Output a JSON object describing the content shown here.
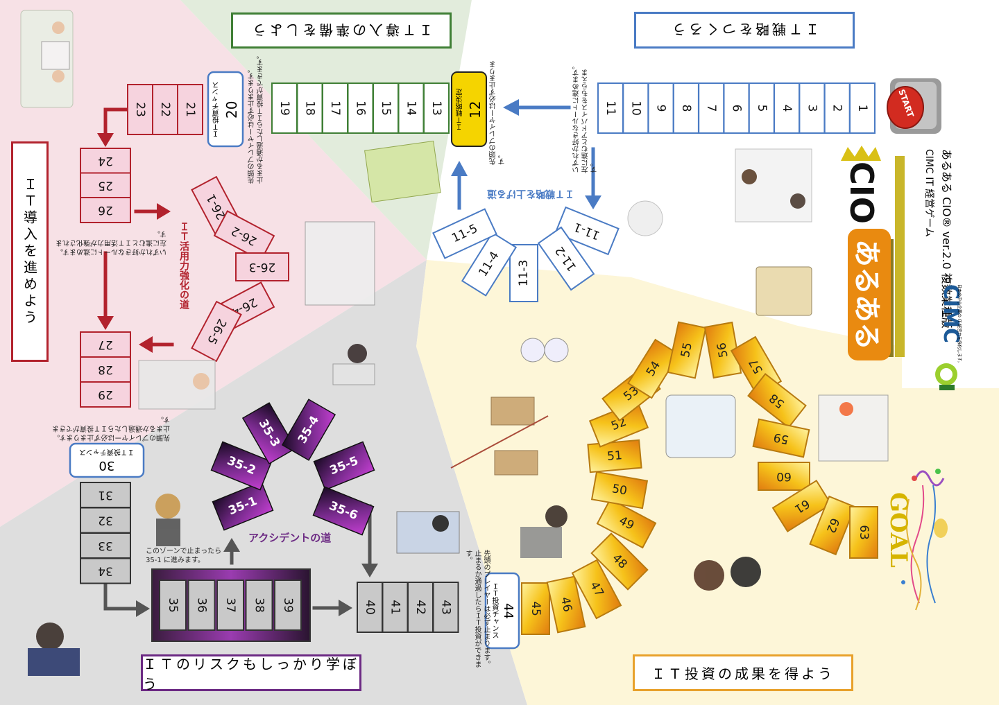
{
  "game": {
    "series_label": "CIMC IT 経営ゲーム",
    "title_line": "あるある CIO® ver.2.0 複数業種版",
    "logo_aru": "あるある",
    "logo_cio": "CIO",
    "brand": "CIMC",
    "brand_sub": "日本の中小企業の IT 経営力を強化します。",
    "start_label": "START",
    "goal_label": "GOAL"
  },
  "colors": {
    "blue": "#4a7bc4",
    "green": "#3f7f35",
    "red": "#b2222d",
    "pink_fill": "#f6d3de",
    "purple": "#6c2a83",
    "gray": "#555555",
    "orange": "#e8a12b",
    "yellow": "#f5d400"
  },
  "zones": {
    "blue_title": "ＩＴ戦略をつくろう",
    "green_title": "ＩＴ導入の準備をしよう",
    "red_title": "ＩＴ導入を進めよう",
    "gray_title": "ＩＴのリスクもしっかり学ぼう",
    "gold_title": "ＩＴ投資の成果を得よう"
  },
  "paths": {
    "strategy_up": "ＩＴ戦略を上げる道",
    "it_use": "ＩＴ活用力強化の道",
    "accident": "アクシデントの道"
  },
  "squares": {
    "blue_row": [
      "11",
      "10",
      "9",
      "8",
      "7",
      "6",
      "5",
      "4",
      "3",
      "2",
      "1"
    ],
    "branch_11": [
      "11-1",
      "11-2",
      "11-3",
      "11-4",
      "11-5"
    ],
    "sq12_num": "12",
    "sq12_label": "ＩＴ戦略決定",
    "green_row": [
      "19",
      "18",
      "17",
      "16",
      "15",
      "14",
      "13"
    ],
    "sq20_num": "20",
    "sq20_label": "ＩＴ投資チャンス",
    "red_top": [
      "23",
      "22",
      "21"
    ],
    "red_col1": [
      "24",
      "25",
      "26"
    ],
    "branch_26": [
      "26-1",
      "26-2",
      "26-3",
      "26-4",
      "26-5"
    ],
    "red_col2": [
      "27",
      "28",
      "29"
    ],
    "sq30_num": "30",
    "sq30_label": "ＩＴ投資チャンス",
    "gray_col": [
      "31",
      "32",
      "33",
      "34"
    ],
    "purple_row": [
      "35",
      "36",
      "37",
      "38",
      "39"
    ],
    "branch_35": [
      "35-1",
      "35-2",
      "35-3",
      "35-4",
      "35-5",
      "35-6"
    ],
    "gray_row": [
      "40",
      "41",
      "42",
      "43"
    ],
    "sq44_num": "44",
    "sq44_label": "ＩＴ投資チャンス",
    "gold": [
      "45",
      "46",
      "47",
      "48",
      "49",
      "50",
      "51",
      "52",
      "53",
      "54",
      "55",
      "56",
      "57",
      "58",
      "59",
      "60",
      "61",
      "62",
      "63"
    ]
  },
  "notes": {
    "blue_branch": [
      "いずれか好きなルートに進めます。",
      "左に進むとアドバイスをもらえます。"
    ],
    "sq12": [
      "先頭のプレイヤーは必ず止まります。"
    ],
    "sq20": [
      "先頭のプレイヤーは必ず止まります。",
      "止まるか通過したらＩＴ投資ができます。"
    ],
    "red_branch": [
      "いずれか好きなルートに進めます。",
      "左に進むとＩＴ活用力が強化されます。"
    ],
    "sq30": [
      "先頭のプレイヤーは必ず止まります。",
      "止まるか通過したらＩＴ投資ができます。"
    ],
    "accident_zone": [
      "このゾーンで止まったら",
      "35-1 に進みます。"
    ],
    "sq44": [
      "先頭のプレイヤーは必ず止まります。",
      "止まるか通過したらＩＴ投資ができます。"
    ]
  },
  "icons": {
    "start": "start-button-icon",
    "goal": "goal-confetti-icon",
    "crown": "crown-icon",
    "people": "office-people-illustration"
  }
}
